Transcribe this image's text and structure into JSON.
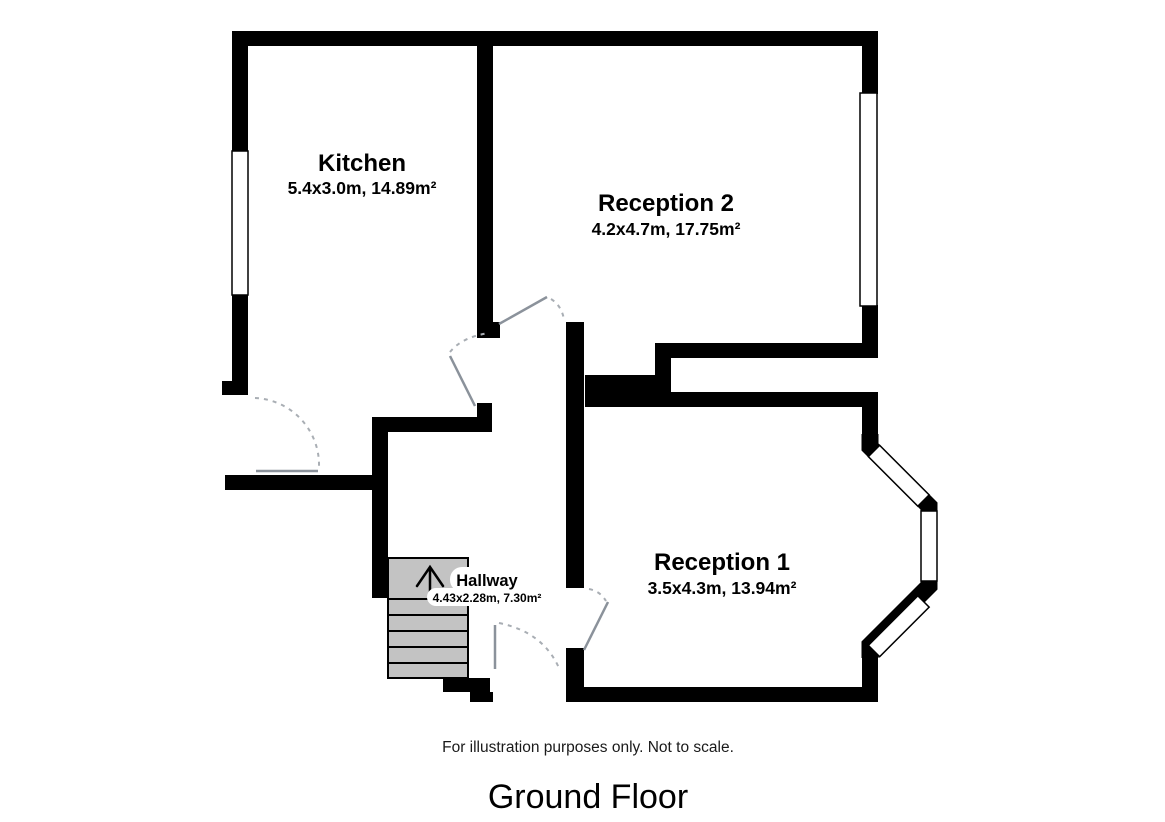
{
  "floorplan": {
    "title": "Ground Floor",
    "disclaimer": "For illustration purposes only. Not to scale.",
    "rooms": {
      "kitchen": {
        "name": "Kitchen",
        "dims": "5.4x3.0m, 14.89m²"
      },
      "reception2": {
        "name": "Reception 2",
        "dims": "4.2x4.7m, 17.75m²"
      },
      "reception1": {
        "name": "Reception 1",
        "dims": "3.5x4.3m, 13.94m²"
      },
      "hallway": {
        "name": "Hallway",
        "dims": "4.43x2.28m, 7.30m²"
      }
    },
    "icons": {
      "stairs_direction": "up-arrow"
    },
    "colors": {
      "wall": "#000000",
      "window": "#ffffff",
      "door_leaf": "#8b929b",
      "door_swing_arc": "#a9aeb4",
      "stairs_fill": "#c3c3c3",
      "background": "#ffffff"
    }
  }
}
